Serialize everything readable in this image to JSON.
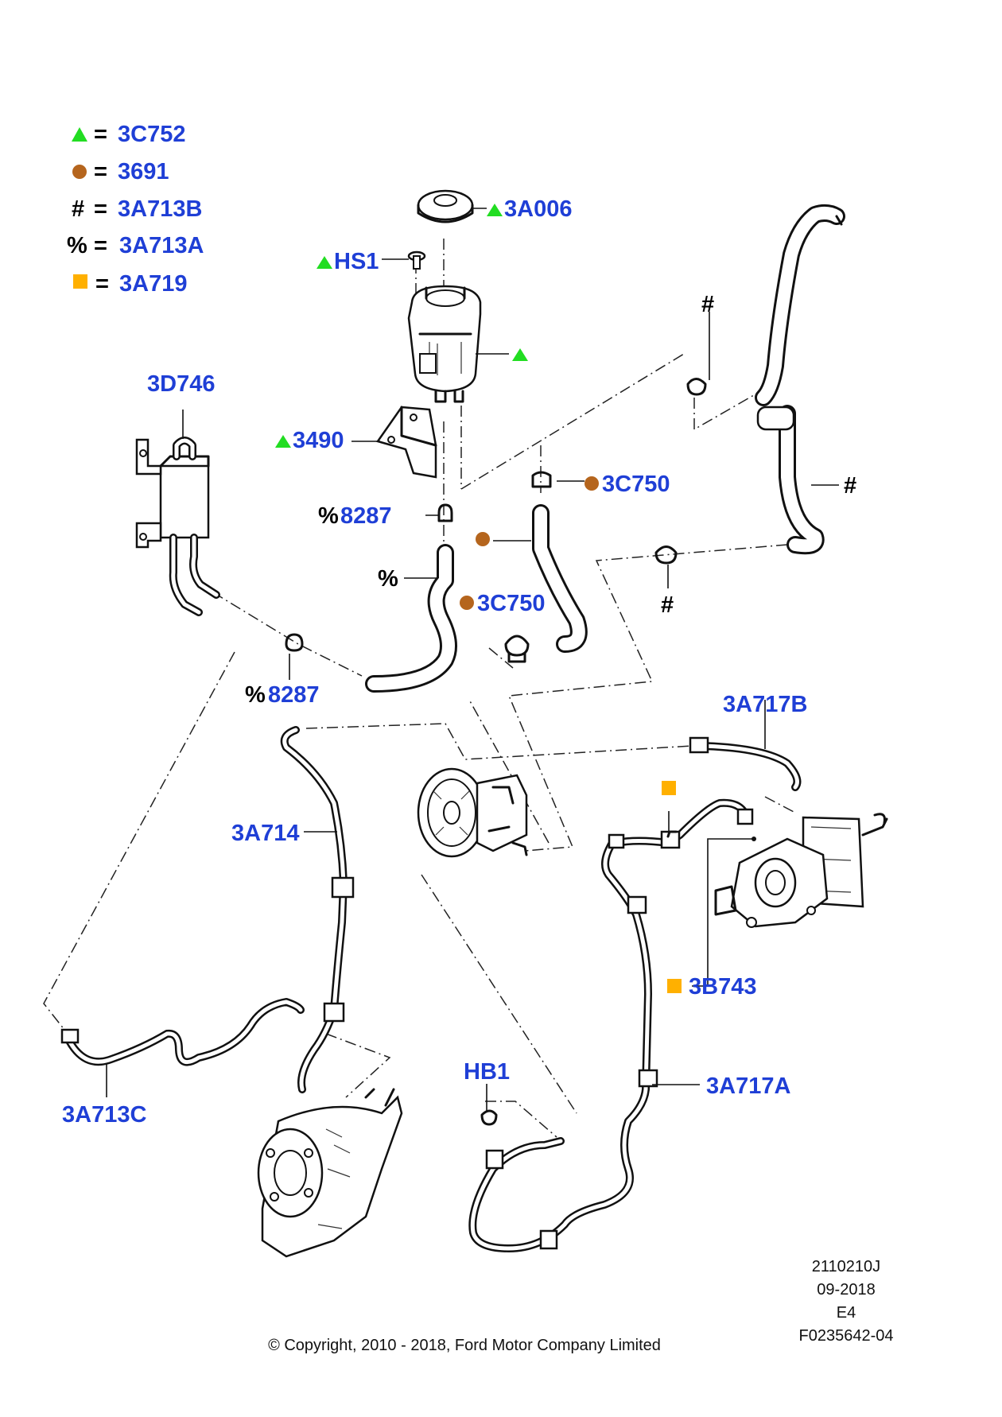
{
  "legend": [
    {
      "symbol": "triangle",
      "color": "#22dd22",
      "eq": "=",
      "code": "3C752"
    },
    {
      "symbol": "circle",
      "color": "#b5651d",
      "eq": "=",
      "code": "3691"
    },
    {
      "symbol": "#",
      "eq": "=",
      "code": "3A713B"
    },
    {
      "symbol": "%",
      "eq": "=",
      "code": "3A713A"
    },
    {
      "symbol": "square",
      "color": "#ffb000",
      "eq": "=",
      "code": "3A719"
    }
  ],
  "callouts": {
    "c3A006": "3A006",
    "hs1": "HS1",
    "c3D746": "3D746",
    "c3490": "3490",
    "c3C750a": "3C750",
    "c3C750b": "3C750",
    "c8287a": "8287",
    "c8287b": "8287",
    "c3A717B": "3A717B",
    "c3A714": "3A714",
    "c3B743": "3B743",
    "hb1": "HB1",
    "c3A717A": "3A717A",
    "c3A713C": "3A713C"
  },
  "symbols": {
    "hash": "#",
    "percent": "%"
  },
  "footer": {
    "code1": "2110210J",
    "date": "09-2018",
    "rev": "E4",
    "figure": "F0235642-04",
    "copyright": "© Copyright, 2010 - 2018, Ford Motor Company Limited"
  },
  "colors": {
    "label_blue": "#1f3fd6",
    "triangle_green": "#22dd22",
    "circle_brown": "#b5651d",
    "square_orange": "#ffb000"
  }
}
